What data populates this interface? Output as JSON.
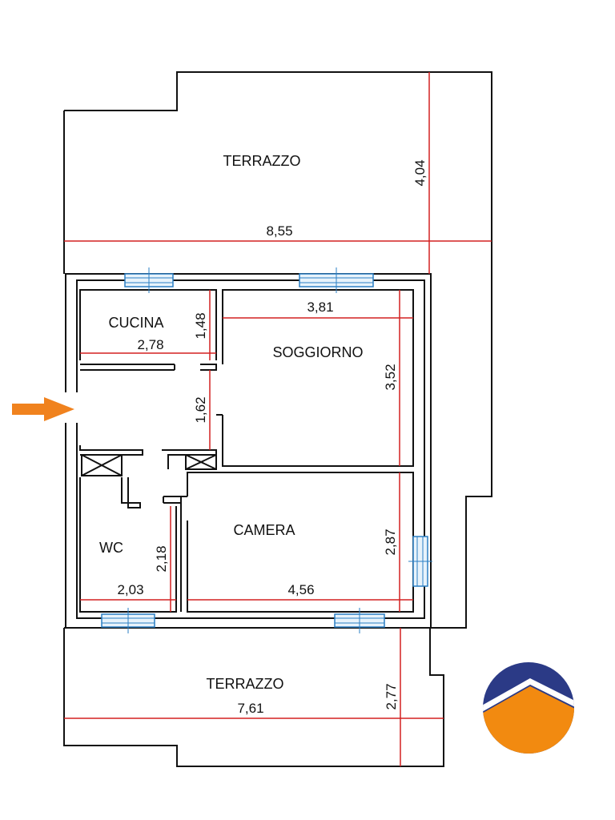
{
  "rooms": {
    "terrace_top": "TERRAZZO",
    "kitchen": "CUCINA",
    "living": "SOGGIORNO",
    "bedroom": "CAMERA",
    "bathroom": "WC",
    "terrace_bottom": "TERRAZZO"
  },
  "dimensions": {
    "terrace_top_width": "8,55",
    "terrace_top_height": "4,04",
    "kitchen_width": "2,78",
    "kitchen_height": "1,48",
    "hall_height": "1,62",
    "living_width": "3,81",
    "living_height": "3,52",
    "bedroom_width": "4,56",
    "bedroom_height": "2,87",
    "bathroom_width": "2,03",
    "bathroom_height": "2,18",
    "terrace_bottom_width": "7,61",
    "terrace_bottom_height": "2,77"
  },
  "colors": {
    "wall": "#111111",
    "dimension_line": "#d32020",
    "window": "#2a7fc4",
    "entrance_arrow": "#f0821e",
    "logo_blue": "#2b3a86",
    "logo_orange": "#f28a10"
  },
  "icons": {
    "entrance": "entrance-arrow-icon",
    "logo": "agency-logo-icon"
  }
}
